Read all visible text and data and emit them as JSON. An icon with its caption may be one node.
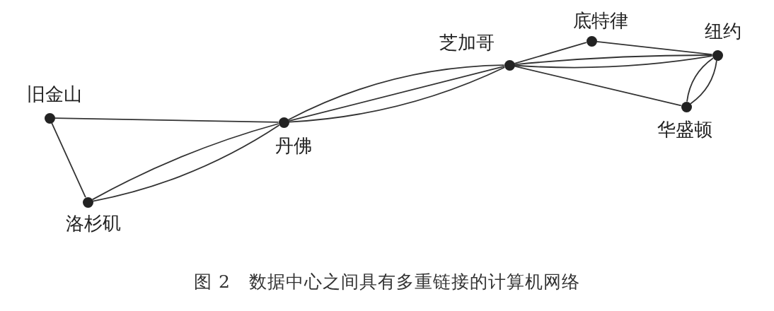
{
  "diagram": {
    "caption": "图 2　数据中心之间具有多重链接的计算机网络",
    "nodes": [
      {
        "text": [
          "旧金山"
        ]
      },
      {
        "text": [
          "洛杉矶"
        ]
      },
      {
        "text": [
          "丹佛"
        ]
      },
      {
        "text": [
          "芝加哥"
        ]
      },
      {
        "text": [
          "底特律"
        ]
      },
      {
        "text": [
          "纽约"
        ]
      },
      {
        "text": [
          "华盛顿"
        ]
      }
    ],
    "edges": [
      {
        "from": 0,
        "to": 2,
        "arrow": "none"
      },
      {
        "from": 0,
        "to": 1,
        "arrow": "none"
      },
      {
        "from": 1,
        "to": 2,
        "arrow": "none"
      },
      {
        "from": 1,
        "to": 2,
        "arrow": "none"
      },
      {
        "from": 2,
        "to": 3,
        "arrow": "none"
      },
      {
        "from": 2,
        "to": 3,
        "arrow": "none"
      },
      {
        "from": 2,
        "to": 3,
        "arrow": "none"
      },
      {
        "from": 3,
        "to": 4,
        "arrow": "none"
      },
      {
        "from": 4,
        "to": 5,
        "arrow": "none"
      },
      {
        "from": 3,
        "to": 5,
        "arrow": "none"
      },
      {
        "from": 3,
        "to": 5,
        "arrow": "none"
      },
      {
        "from": 3,
        "to": 6,
        "arrow": "none"
      },
      {
        "from": 5,
        "to": 6,
        "arrow": "none"
      },
      {
        "from": 5,
        "to": 6,
        "arrow": "none"
      }
    ]
  }
}
